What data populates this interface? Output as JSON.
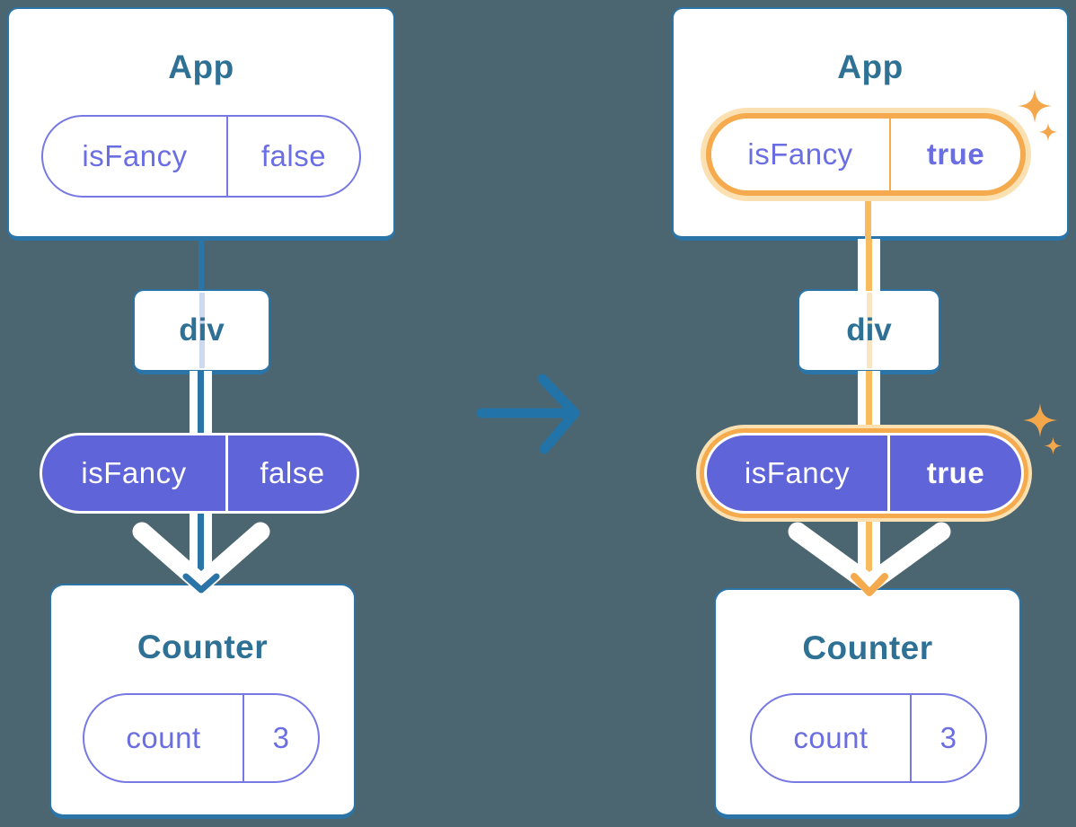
{
  "palette": {
    "background": "#4c6671",
    "card_fill": "#ffffff",
    "card_border_blue": "#2b74a8",
    "title_text_blue": "#2f7095",
    "pill_purple_fill": "#6064d9",
    "pill_purple_border": "#7679e4",
    "pill_purple_text": "#6a6ee2",
    "highlight_orange": "#f5ab4d",
    "highlight_orange_line": "#f8bc5e",
    "highlight_glow": "#fbe0b2",
    "pale_blue_through_line": "#ccd9ef",
    "pale_orange_through_line": "#f9e4c4",
    "transition_arrow_blue": "#2273a8",
    "flow_white": "#ffffff"
  },
  "trees": [
    {
      "app": {
        "title": "App",
        "prop_name": "isFancy",
        "prop_value": "false"
      },
      "div_label": "div",
      "passed_prop_name": "isFancy",
      "passed_prop_value": "false",
      "counter": {
        "title": "Counter",
        "state_name": "count",
        "state_value": "3"
      }
    },
    {
      "app": {
        "title": "App",
        "prop_name": "isFancy",
        "prop_value": "true"
      },
      "div_label": "div",
      "passed_prop_name": "isFancy",
      "passed_prop_value": "true",
      "counter": {
        "title": "Counter",
        "state_name": "count",
        "state_value": "3"
      }
    }
  ]
}
